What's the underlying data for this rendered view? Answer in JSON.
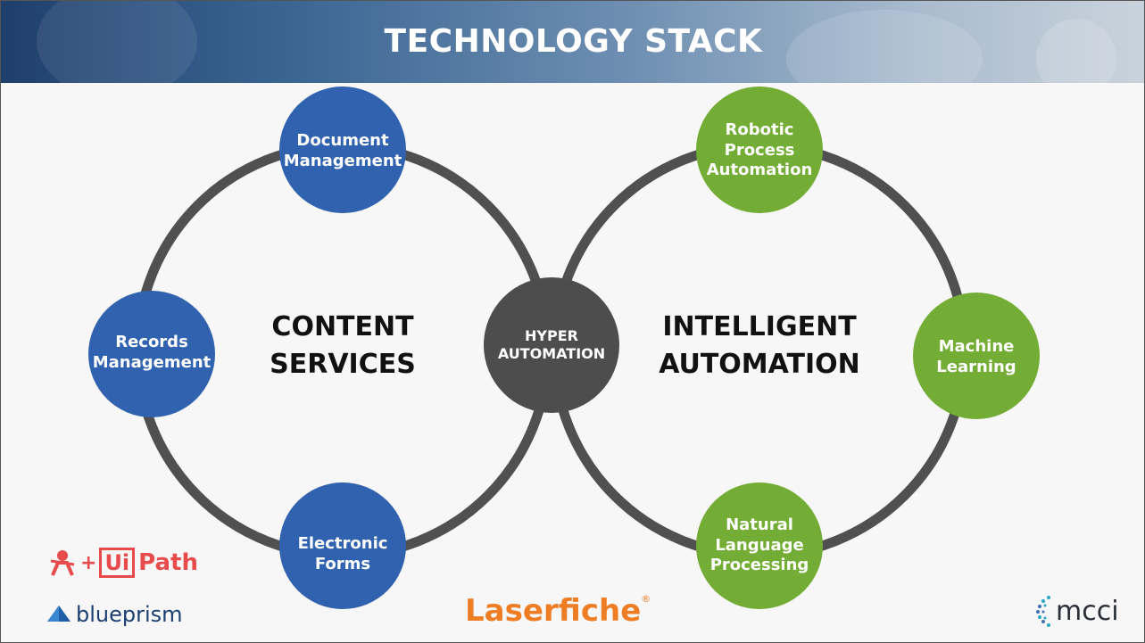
{
  "slide": {
    "title": "TECHNOLOGY STACK"
  },
  "diagram": {
    "left_ring": {
      "label_line1": "CONTENT",
      "label_line2": "SERVICES",
      "nodes": [
        {
          "line1": "Document",
          "line2": "Management"
        },
        {
          "line1": "Records",
          "line2": "Management"
        },
        {
          "line1": "Electronic",
          "line2": "Forms"
        }
      ]
    },
    "center": {
      "line1": "HYPER",
      "line2": "AUTOMATION"
    },
    "right_ring": {
      "label_line1": "INTELLIGENT",
      "label_line2": "AUTOMATION",
      "nodes": [
        {
          "line1": "Robotic",
          "line2": "Process",
          "line3": "Automation"
        },
        {
          "line1": "Machine",
          "line2": "Learning"
        },
        {
          "line1": "Natural",
          "line2": "Language",
          "line3": "Processing"
        }
      ]
    },
    "colors": {
      "ring": "#505050",
      "blue_node": "#3062b0",
      "green_node": "#73ad35",
      "center_node": "#4d4d4d"
    }
  },
  "logos": {
    "uipath": {
      "plus": "+",
      "ui": "Ui",
      "path": "Path"
    },
    "blueprism": {
      "text": "blueprism"
    },
    "laserfiche": {
      "text": "Laserfiche",
      "mark": "®"
    },
    "mcci": {
      "text": "mcci"
    }
  }
}
